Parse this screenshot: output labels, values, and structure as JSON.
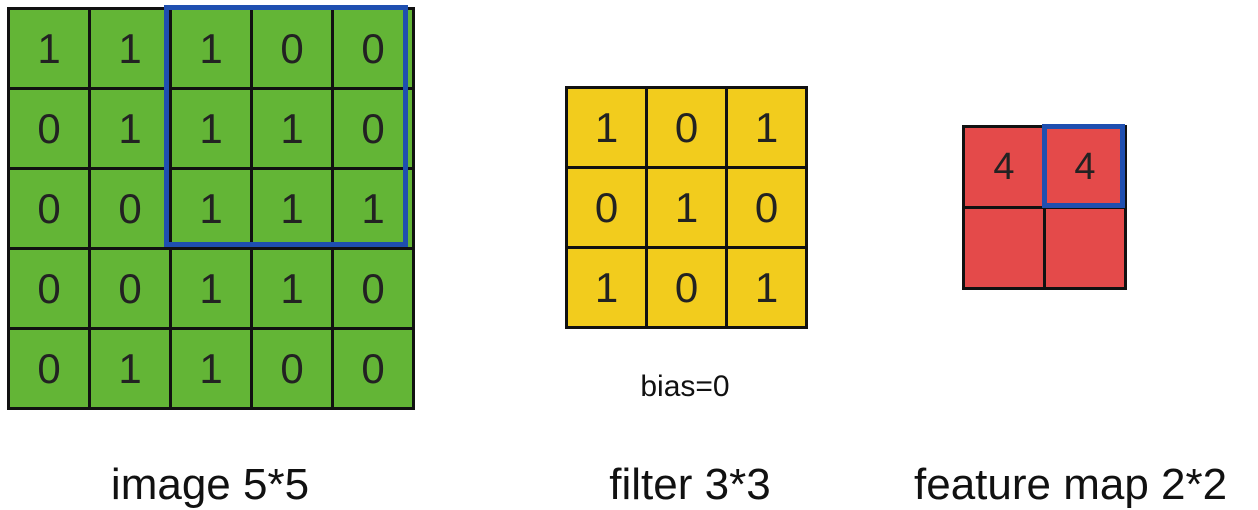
{
  "image": {
    "caption": "image 5*5",
    "color": "#63b536",
    "rows": [
      [
        "1",
        "1",
        "1",
        "0",
        "0"
      ],
      [
        "0",
        "1",
        "1",
        "1",
        "0"
      ],
      [
        "0",
        "0",
        "1",
        "1",
        "1"
      ],
      [
        "0",
        "0",
        "1",
        "1",
        "0"
      ],
      [
        "0",
        "1",
        "1",
        "0",
        "0"
      ]
    ]
  },
  "filter": {
    "caption": "filter 3*3",
    "bias": "bias=0",
    "color": "#f2cc1d",
    "rows": [
      [
        "1",
        "0",
        "1"
      ],
      [
        "0",
        "1",
        "0"
      ],
      [
        "1",
        "0",
        "1"
      ]
    ]
  },
  "feature_map": {
    "caption": "feature map 2*2",
    "color": "#e44a4a",
    "rows": [
      [
        "4",
        "4"
      ],
      [
        "",
        ""
      ]
    ]
  },
  "highlight_color": "#1f4fb0"
}
